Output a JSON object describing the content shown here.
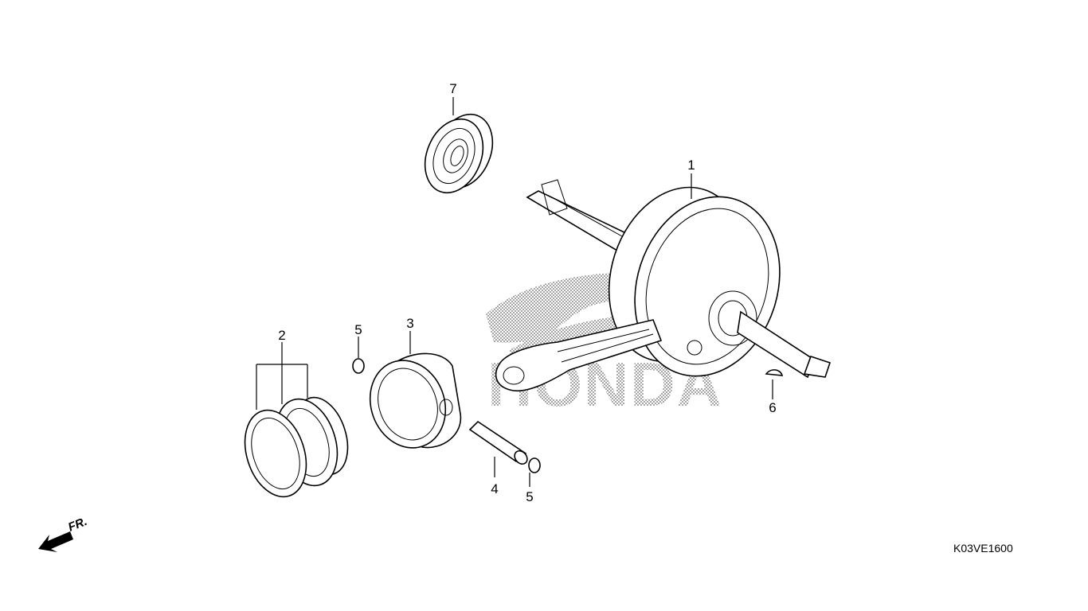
{
  "diagram": {
    "watermark_text": "HONDA",
    "drawing_code": "K03VE1600",
    "front_indicator": "FR.",
    "callouts": [
      {
        "id": "1",
        "label": "1",
        "part": "crankshaft-assembly"
      },
      {
        "id": "2",
        "label": "2",
        "part": "piston-ring-set"
      },
      {
        "id": "3",
        "label": "3",
        "part": "piston"
      },
      {
        "id": "4",
        "label": "4",
        "part": "piston-pin"
      },
      {
        "id": "5a",
        "label": "5",
        "part": "piston-pin-clip"
      },
      {
        "id": "5b",
        "label": "5",
        "part": "piston-pin-clip"
      },
      {
        "id": "6",
        "label": "6",
        "part": "woodruff-key"
      },
      {
        "id": "7",
        "label": "7",
        "part": "radial-ball-bearing"
      }
    ]
  }
}
